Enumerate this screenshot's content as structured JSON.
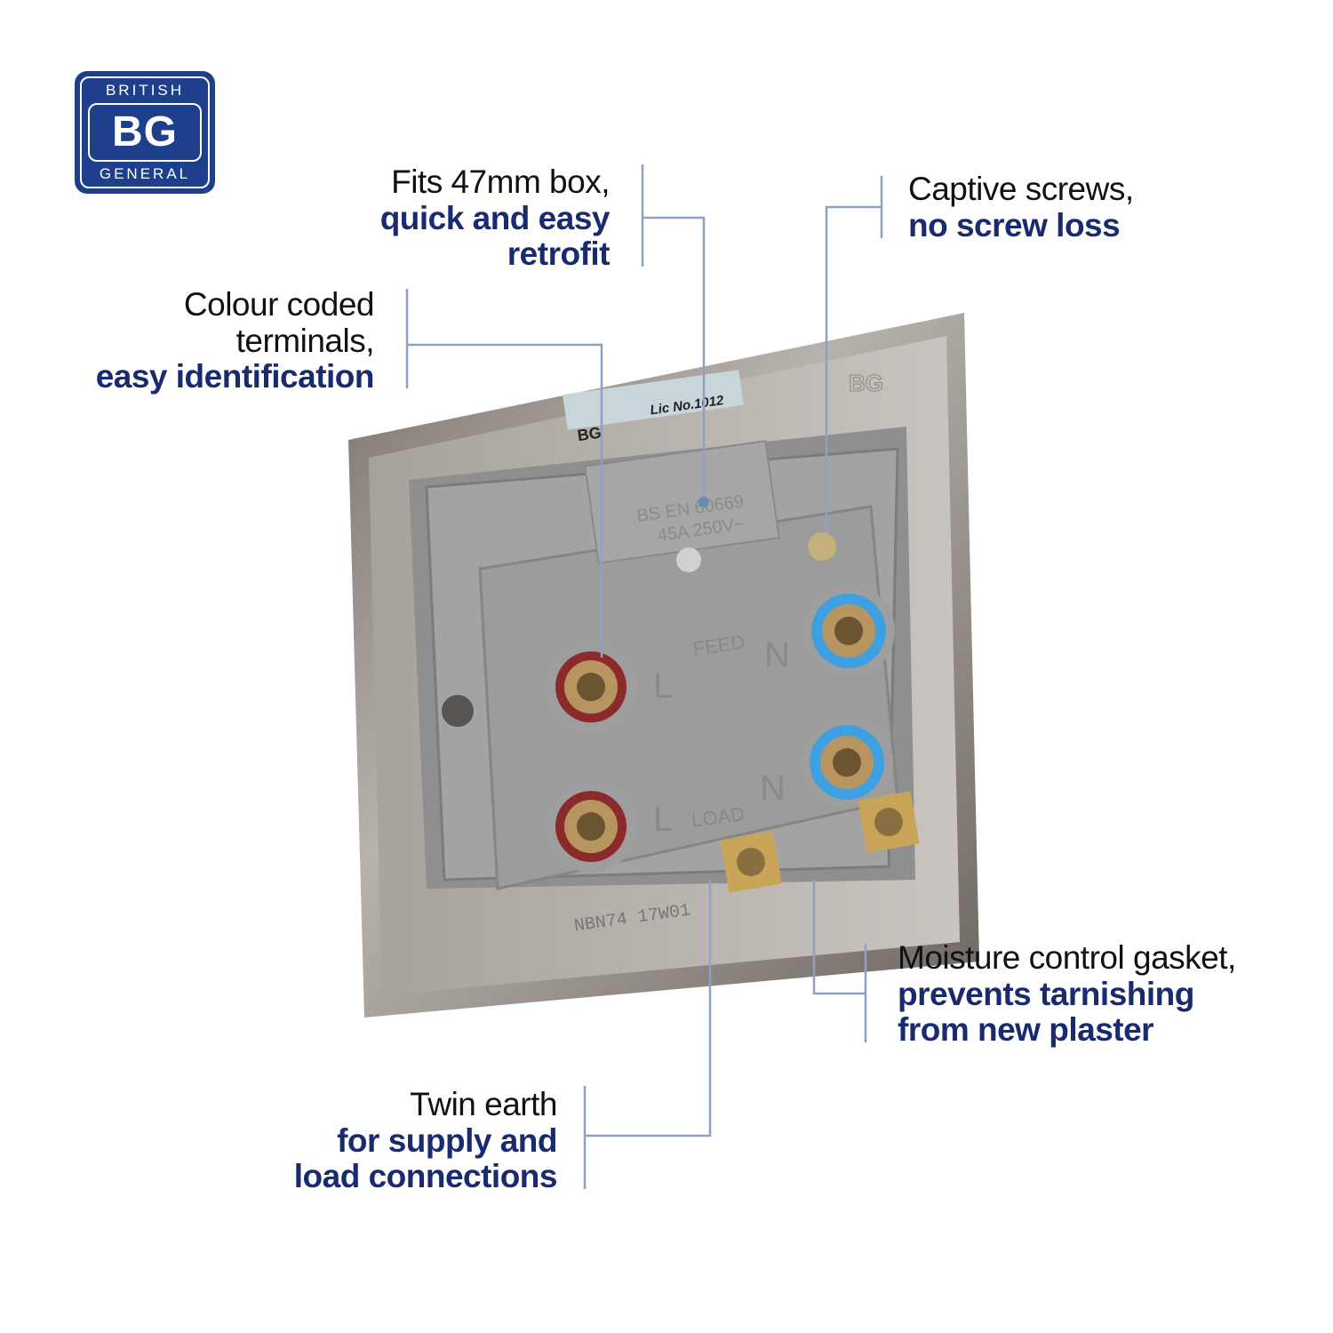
{
  "logo": {
    "top": "BRITISH",
    "mark": "BG",
    "bottom": "GENERAL",
    "brand_color": "#1d3f8c"
  },
  "callouts": {
    "box": {
      "line1": "Fits 47mm box,",
      "line2": "quick and easy",
      "line3": "retrofit"
    },
    "screws": {
      "line1": "Captive screws,",
      "line2": "no screw loss"
    },
    "terminals": {
      "line1": "Colour coded",
      "line2": "terminals,",
      "line3": "easy identification"
    },
    "gasket": {
      "line1": "Moisture control gasket,",
      "line2": "prevents tarnishing",
      "line3": "from new plaster"
    },
    "earth": {
      "line1": "Twin earth",
      "line2": "for supply and",
      "line3": "load connections"
    }
  },
  "product": {
    "label": "Lic No.1012",
    "label_logo": "BG",
    "rating_line1": "BS EN 60669",
    "rating_line2": "45A 250V~",
    "feed": "FEED",
    "load": "LOAD",
    "live": "L",
    "neutral": "N",
    "code": "NBN74 17W01",
    "plate_logo": "BG",
    "live_color": "#8b2a2a",
    "neutral_color": "#3ea0e0"
  },
  "colors": {
    "accent": "#1a2a6e",
    "leader": "#8fa0c4"
  }
}
